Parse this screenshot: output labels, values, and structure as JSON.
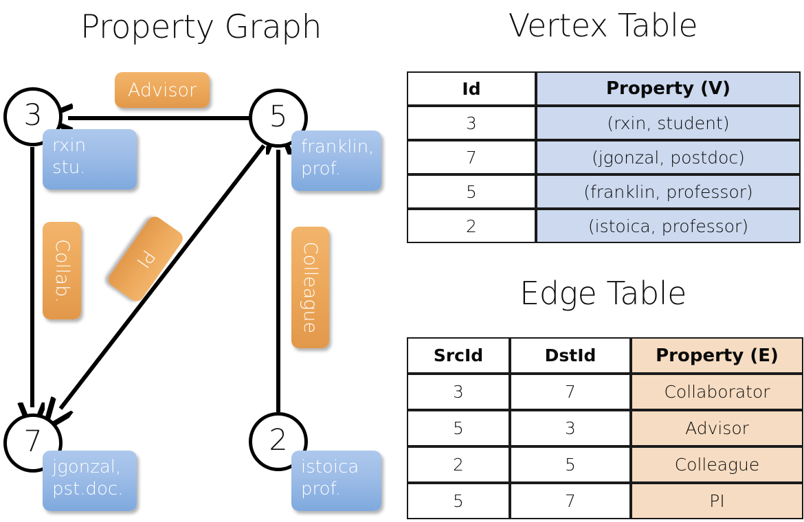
{
  "titles": {
    "property_graph": "Property Graph",
    "vertex_table": "Vertex Table",
    "edge_table": "Edge Table"
  },
  "graph": {
    "nodes": [
      {
        "id": "3",
        "property_line1": "rxin",
        "property_line2": "stu."
      },
      {
        "id": "5",
        "property_line1": "franklin,",
        "property_line2": "prof."
      },
      {
        "id": "7",
        "property_line1": "jgonzal,",
        "property_line2": "pst.doc."
      },
      {
        "id": "2",
        "property_line1": "istoica",
        "property_line2": "prof."
      }
    ],
    "edge_labels": [
      {
        "text": "Advisor"
      },
      {
        "text": "Collab."
      },
      {
        "text": "PI"
      },
      {
        "text": "Colleague"
      }
    ]
  },
  "vertex_table": {
    "headers": [
      "Id",
      "Property (V)"
    ],
    "rows": [
      [
        "3",
        "(rxin, student)"
      ],
      [
        "7",
        "(jgonzal, postdoc)"
      ],
      [
        "5",
        "(franklin, professor)"
      ],
      [
        "2",
        "(istoica, professor)"
      ]
    ]
  },
  "edge_table": {
    "headers": [
      "SrcId",
      "DstId",
      "Property (E)"
    ],
    "rows": [
      [
        "3",
        "7",
        "Collaborator"
      ],
      [
        "5",
        "3",
        "Advisor"
      ],
      [
        "2",
        "5",
        "Colleague"
      ],
      [
        "5",
        "7",
        "PI"
      ]
    ]
  },
  "colors": {
    "vertex_property_fill": "#ccd9ef",
    "edge_property_fill": "#f6dcc2",
    "node_box_blue": "#9dbce7",
    "edge_label_orange": "#eda95c",
    "stroke": "#000000"
  }
}
